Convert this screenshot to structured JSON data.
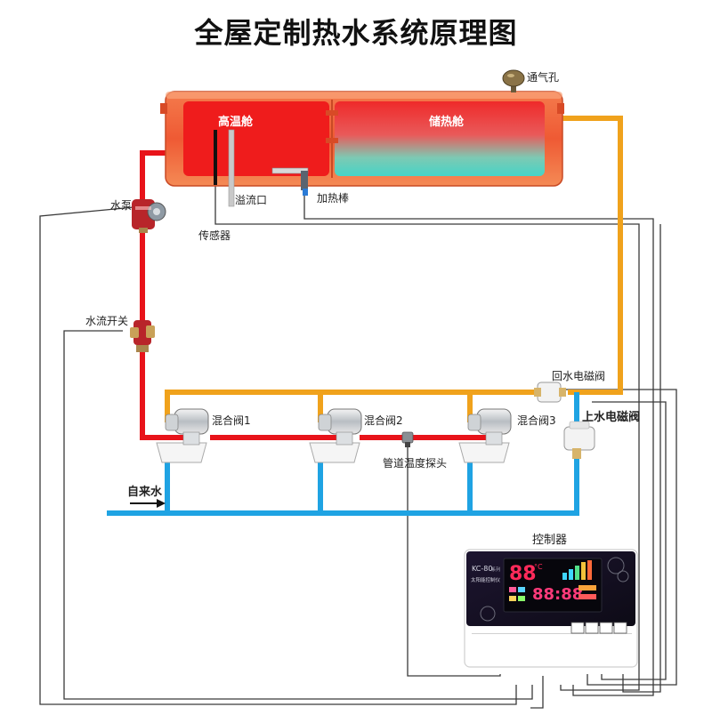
{
  "title": "全屋定制热水系统原理图",
  "tank": {
    "hot_chamber": "高温舱",
    "storage_chamber": "储热舱"
  },
  "labels": {
    "vent": "通气孔",
    "overflow": "溢流口",
    "heater": "加热棒",
    "pump": "水泵",
    "sensor": "传感器",
    "flow_switch": "水流开关",
    "return_valve": "回水电磁阀",
    "inlet_valve": "上水电磁阀",
    "mixer1": "混合阀1",
    "mixer2": "混合阀2",
    "mixer3": "混合阀3",
    "pipe_probe": "管道温度探头",
    "tap_water": "自来水",
    "controller": "控制器"
  },
  "controller_panel": {
    "model": "KC-80",
    "model_suffix": "系列",
    "subtitle": "太阳能控制仪",
    "temp_digits": "88",
    "temp_unit": "°C",
    "time_digits": "88:88"
  },
  "colors": {
    "hot_pipe": "#e8131a",
    "warm_pipe": "#f0a21c",
    "cold_pipe": "#1fa3e3",
    "wire": "#3a3a3a",
    "tank_shell": "#f26a3c",
    "tank_red": "#ef1c1c",
    "tank_teal": "#4fd2c2"
  }
}
